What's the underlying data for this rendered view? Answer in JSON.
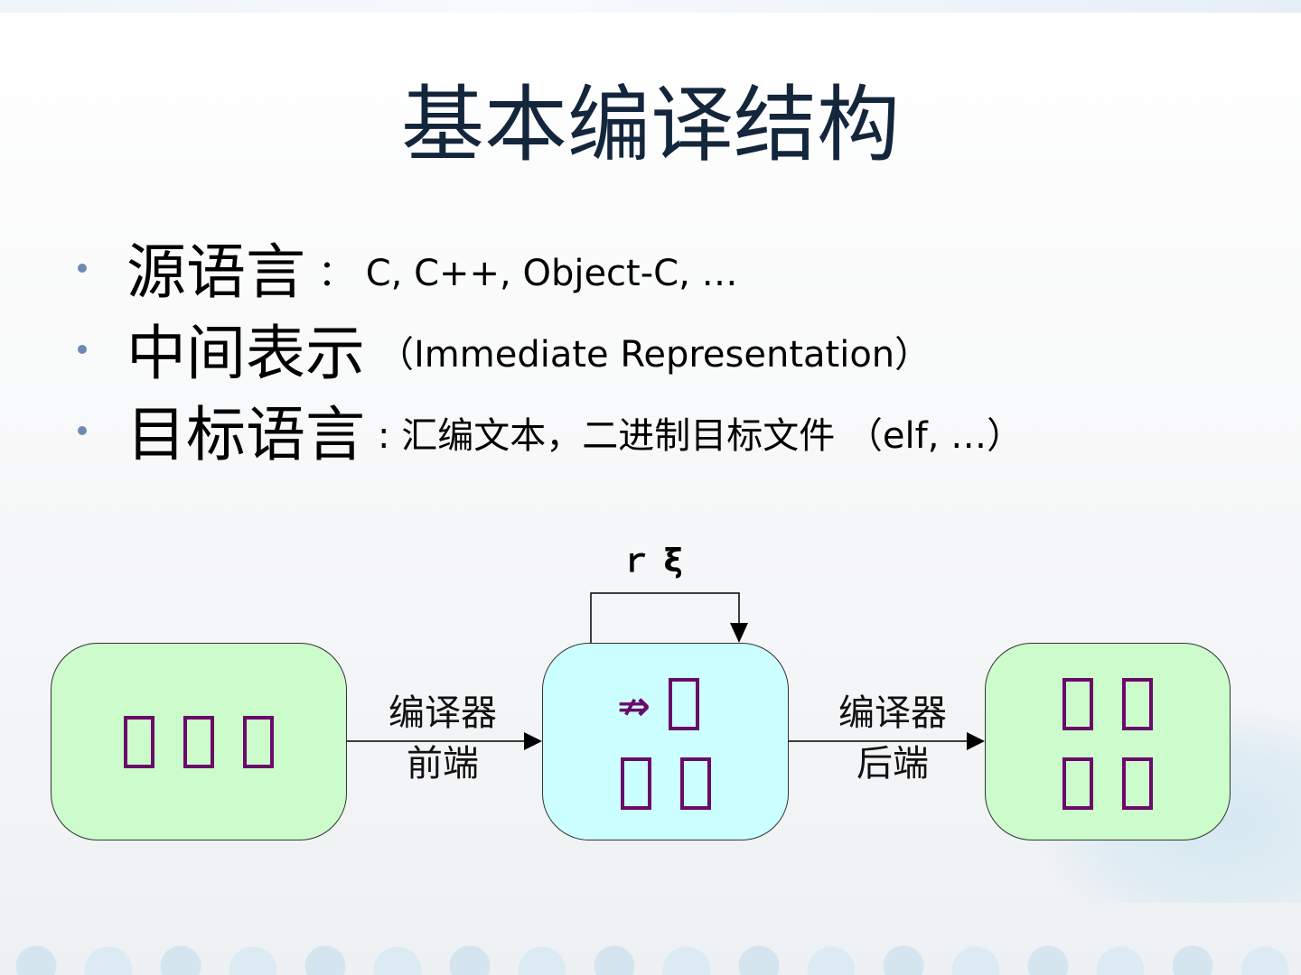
{
  "slide": {
    "title": "基本编译结构",
    "bullets": [
      {
        "big": "源语言",
        "small": "： C, C++, Object-C, …"
      },
      {
        "big": "中间表示",
        "small": "（Immediate Representation）"
      },
      {
        "big": "目标语言",
        "small": ": 汇编文本，二进制目标文件 （elf, …）"
      }
    ]
  },
  "diagram": {
    "loop_label": "ｒ ξ",
    "front_label_line1": "编译器",
    "front_label_line2": "前端",
    "back_label_line1": "编译器",
    "back_label_line2": "后端",
    "middle_symbol": "⇏",
    "colors": {
      "left_box": "#ccfccc",
      "middle_box": "#ccffff",
      "right_box": "#ccfccc",
      "glyph": "#6a0a6a"
    }
  }
}
